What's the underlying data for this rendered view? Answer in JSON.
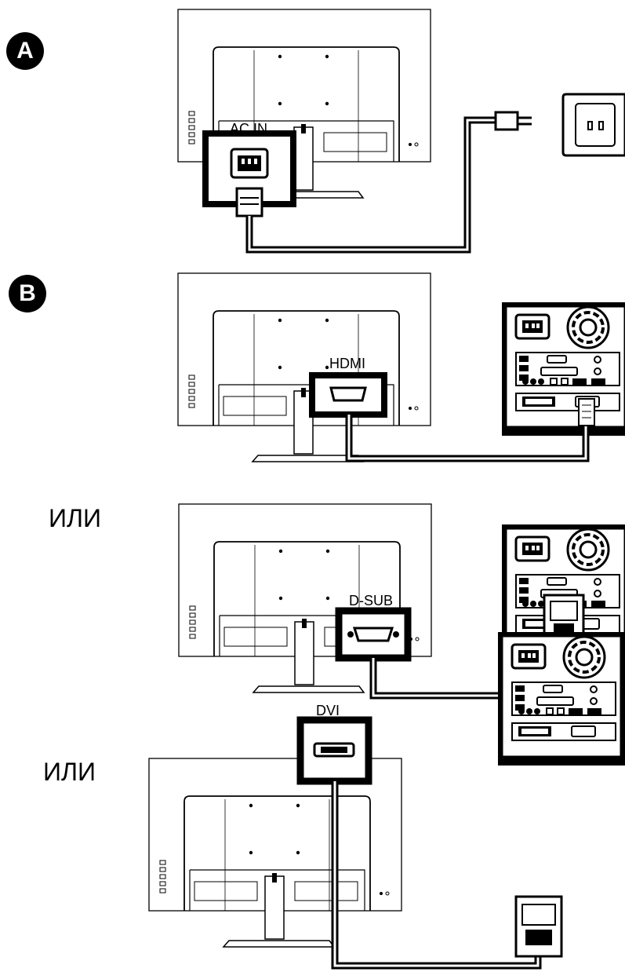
{
  "steps": {
    "a": {
      "badge": "A",
      "port_label": "AC IN"
    },
    "b": {
      "badge": "B",
      "port_label": "HDMI"
    },
    "c": {
      "or_label": "ИЛИ",
      "port_label": "D-SUB"
    },
    "d": {
      "or_label": "ИЛИ",
      "port_label": "DVI"
    }
  }
}
